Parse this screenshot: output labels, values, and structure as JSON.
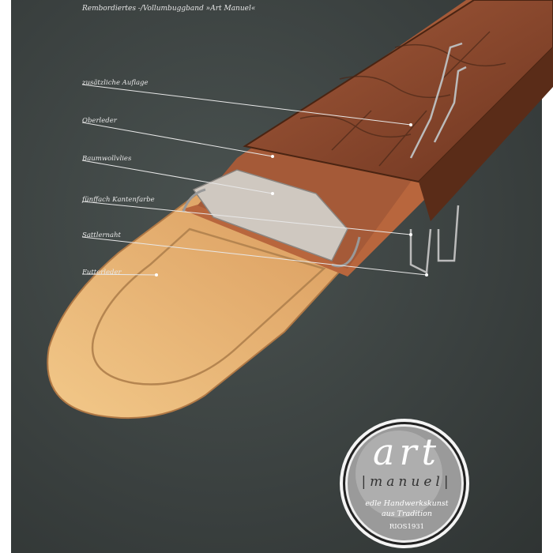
{
  "title": "Rembordiertes -/Vollumbuggband »Art Manuel«",
  "labels": [
    "zusätzliche Auflage",
    "Oberleder",
    "Baumwollvlies",
    "fünffach  Kantenfarbe",
    "Sattlernaht",
    "Futterleder"
  ],
  "logo": {
    "art": "art",
    "manuel": "|manuel|",
    "line1": "edle Handwerkskunst",
    "line2": "aus Tradition",
    "line3": "RIOS1931"
  },
  "colors": {
    "background": "#3d4442",
    "leather": "#8a4a30",
    "lining": "#e8b87a"
  }
}
